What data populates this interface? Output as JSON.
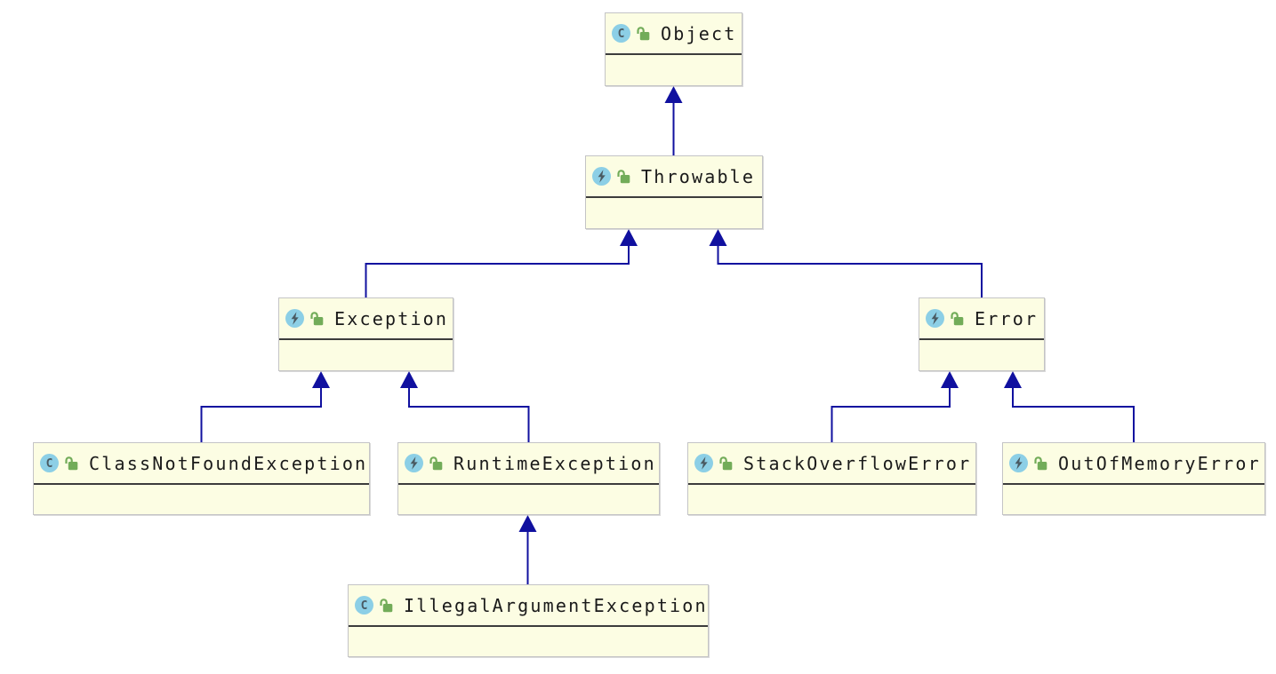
{
  "diagram": {
    "kind": "uml-class-diagram",
    "subject": "Java exception class hierarchy",
    "nodes": [
      {
        "id": "object",
        "label": "Object",
        "icon": "class-icon",
        "visibility_icon": "unlocked-icon"
      },
      {
        "id": "throwable",
        "label": "Throwable",
        "icon": "exception-class-icon",
        "visibility_icon": "unlocked-icon"
      },
      {
        "id": "exception",
        "label": "Exception",
        "icon": "exception-class-icon",
        "visibility_icon": "unlocked-icon"
      },
      {
        "id": "error",
        "label": "Error",
        "icon": "exception-class-icon",
        "visibility_icon": "unlocked-icon"
      },
      {
        "id": "cnfe",
        "label": "ClassNotFoundException",
        "icon": "class-icon",
        "visibility_icon": "unlocked-icon"
      },
      {
        "id": "re",
        "label": "RuntimeException",
        "icon": "exception-class-icon",
        "visibility_icon": "unlocked-icon"
      },
      {
        "id": "soe",
        "label": "StackOverflowError",
        "icon": "exception-class-icon",
        "visibility_icon": "unlocked-icon"
      },
      {
        "id": "oome",
        "label": "OutOfMemoryError",
        "icon": "exception-class-icon",
        "visibility_icon": "unlocked-icon"
      },
      {
        "id": "iae",
        "label": "IllegalArgumentException",
        "icon": "class-icon",
        "visibility_icon": "unlocked-icon"
      }
    ],
    "edges": [
      {
        "from": "Throwable",
        "to": "Object",
        "type": "generalization"
      },
      {
        "from": "Exception",
        "to": "Throwable",
        "type": "generalization"
      },
      {
        "from": "Error",
        "to": "Throwable",
        "type": "generalization"
      },
      {
        "from": "ClassNotFoundException",
        "to": "Exception",
        "type": "generalization"
      },
      {
        "from": "RuntimeException",
        "to": "Exception",
        "type": "generalization"
      },
      {
        "from": "StackOverflowError",
        "to": "Error",
        "type": "generalization"
      },
      {
        "from": "OutOfMemoryError",
        "to": "Error",
        "type": "generalization"
      },
      {
        "from": "IllegalArgumentException",
        "to": "RuntimeException",
        "type": "generalization"
      }
    ],
    "colors": {
      "canvas": "#FFFFFF",
      "node_fill": "#FCFDE3",
      "node_border": "#C4C4C6",
      "compartment_divider": "#3C3C3C",
      "label_text": "#1A1A1A",
      "edge": "#10109F",
      "icon_circle": "#8CCFE6",
      "icon_glyph": "#4A5A62",
      "lock_green": "#72AC59"
    }
  }
}
